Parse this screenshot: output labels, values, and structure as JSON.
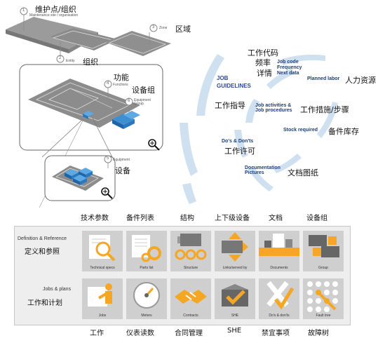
{
  "left_diagram": {
    "site_label_cn": "维护点/组织",
    "site_label_en": "Maintenance site / organisation",
    "site_num": "1",
    "entity_num": "2",
    "entity_en": "Entity",
    "entity_cn": "组织",
    "zone_num": "3",
    "zone_en": "Zone",
    "zone_cn": "区域",
    "functions_cn": "功能",
    "functions_num": "4",
    "functions_en": "Functions",
    "group_cn": "设备组",
    "group_num": "6",
    "group_en": "Equipment Group",
    "equipment_num": "5",
    "equipment_en": "Equipment",
    "equipment_cn": "设备"
  },
  "right_diagram": {
    "job_code_cn": "工作代码",
    "frequency_cn": "频率",
    "next_data_cn": "详情",
    "job_code_en": "Job code",
    "frequency_en": "Frequency",
    "next_data_en": "Next data",
    "job_guidelines_en": "JOB GUIDELINES",
    "planned_labor_en": "Planned labor",
    "planned_labor_cn": "人力资源",
    "job_guidelines_cn": "工作指导",
    "job_activities_en": "Job activities & Job procedures",
    "job_activities_cn": "工作措施/步骤",
    "stock_required_en": "Stock required",
    "stock_required_cn": "备件库存",
    "dos_donts_en": "Do's & Don'ts",
    "dos_donts_cn": "工作许可",
    "documentation_en": "Documentation Pictures",
    "documentation_cn": "文档图纸"
  },
  "grid": {
    "top_headers": [
      "技术参数",
      "备件列表",
      "结构",
      "上下级设备",
      "文档",
      "设备组"
    ],
    "bottom_headers": [
      "工作",
      "仪表读数",
      "合同管理",
      "SHE",
      "禁宜事项",
      "故障树"
    ],
    "row1_en": "Definition & Reference",
    "row1_cn": "定义和参照",
    "row2_en": "Jobs & plans",
    "row2_cn": "工作和计划",
    "row1_cells": [
      "Technical specs",
      "Parts list",
      "Structure",
      "Links/served by",
      "Documents",
      "Group"
    ],
    "row2_cells": [
      "Jobs",
      "Meters",
      "Contracts",
      "SHE",
      "Do's & don'ts",
      "Fault tree"
    ]
  },
  "colors": {
    "accent": "#f5a623",
    "blue_arc": "#cfe0f0",
    "cell_bg": "#cfcfcf",
    "text_blue": "#1c3f7a"
  }
}
